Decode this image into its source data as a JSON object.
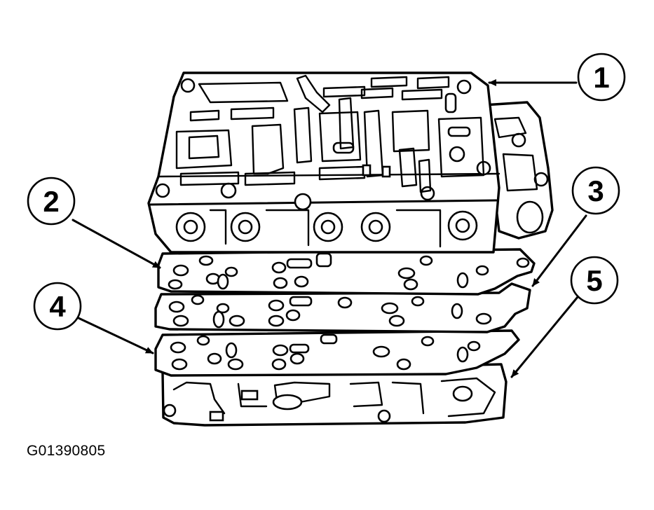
{
  "figure_code": "G01390805",
  "callouts": [
    {
      "label": "1"
    },
    {
      "label": "2"
    },
    {
      "label": "3"
    },
    {
      "label": "4"
    },
    {
      "label": "5"
    }
  ]
}
